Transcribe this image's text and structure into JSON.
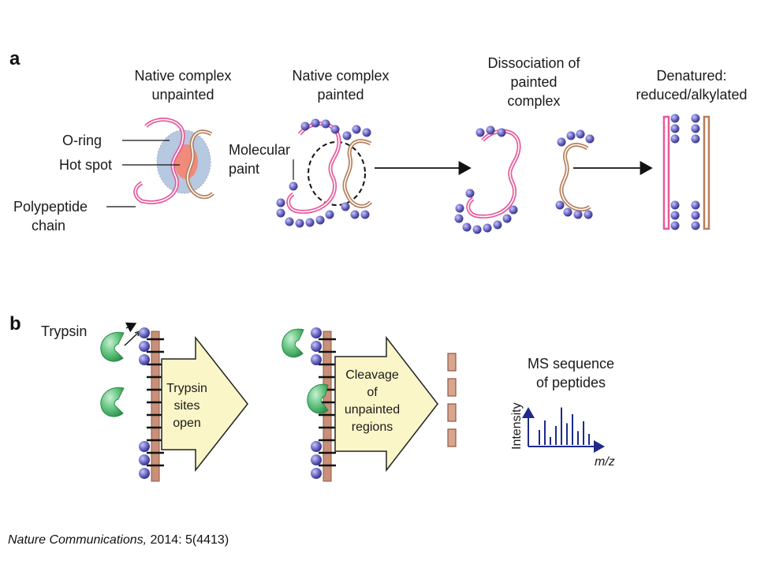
{
  "panel_a": {
    "letter": "a",
    "stages": {
      "unpainted": [
        "Native complex",
        "unpainted"
      ],
      "painted": [
        "Native complex",
        "painted"
      ],
      "dissociation": [
        "Dissociation of",
        "painted",
        "complex"
      ],
      "denatured": [
        "Denatured:",
        "reduced/alkylated"
      ]
    },
    "callouts": {
      "oring": "O-ring",
      "hotspot": "Hot spot",
      "polypeptide": [
        "Polypeptide",
        "chain"
      ],
      "paint": [
        "Molecular",
        "paint"
      ]
    }
  },
  "panel_b": {
    "letter": "b",
    "trypsin": "Trypsin",
    "arrow1": [
      "Trypsin",
      "sites",
      "open"
    ],
    "arrow2": [
      "Cleavage",
      "of",
      "unpainted",
      "regions"
    ],
    "ms_title": [
      "MS sequence",
      "of peptides"
    ],
    "y_axis": "Intensity",
    "x_axis": "m/z",
    "spectrum_peaks": [
      0.38,
      0.62,
      0.2,
      0.48,
      0.95,
      0.55,
      0.78,
      0.35,
      0.6,
      0.28
    ]
  },
  "citation": {
    "journal": "Nature Communications,",
    "rest": " 2014: 5(4413)"
  },
  "colors": {
    "chain_pink": "#e8589a",
    "chain_tan": "#b57f5c",
    "paint_blue": "#5b58b8",
    "hotspot_red": "#f08a7a",
    "oring_blue": "#9fb6d8",
    "trypsin_green": "#3aa760",
    "arrow_yellow": "#fbf6c8",
    "spectrum_navy": "#1f2a8a"
  }
}
